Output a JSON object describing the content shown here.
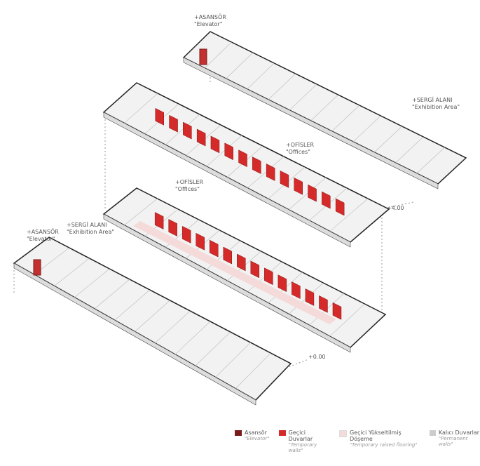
{
  "labels": [
    {
      "tr": "+ASANSÖR",
      "en": "\"Elevator\""
    },
    {
      "tr": "+SERGİ ALANI",
      "en": "\"Exhibition Area\""
    },
    {
      "tr": "+OFİSLER",
      "en": "\"Offices\""
    },
    {
      "tr": "+OFİSLER",
      "en": "\"Offices\""
    },
    {
      "tr": "+SERGİ ALANI",
      "en": "\"Exhibition Area\""
    },
    {
      "tr": "+ASANSÖR",
      "en": "\"Elevator\""
    }
  ],
  "levels": {
    "upper": "+4.00",
    "ground": "+0.00"
  },
  "legend": [
    {
      "tr": "Asansör",
      "en": "\"Elevator\"",
      "color": "#7a1a1a"
    },
    {
      "tr": "Geçici Duvarlar",
      "en": "\"Temporary walls\"",
      "color": "#d42a2a"
    },
    {
      "tr": "Geçici Yükseltilmiş Döşeme",
      "en": "\"Temporary raised flooring\"",
      "color": "#f5dada"
    },
    {
      "tr": "Kalıcı Duvarlar",
      "en": "\"Permanent walls\"",
      "color": "#cccccc"
    }
  ]
}
